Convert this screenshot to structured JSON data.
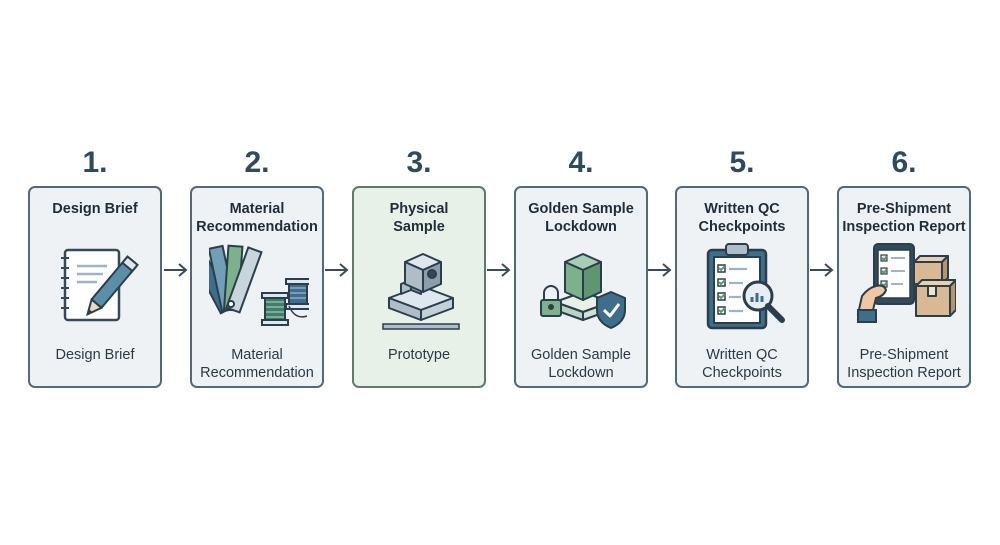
{
  "steps": [
    {
      "number": "1.",
      "title": "Design Brief",
      "icon": "notebook-pencil-icon",
      "caption": "Design Brief"
    },
    {
      "number": "2.",
      "title": "Material\nRecommendation",
      "icon": "swatches-spools-icon",
      "caption": "Material\nRecommendation"
    },
    {
      "number": "3.",
      "title": "Physical\nSample",
      "icon": "prototype-block-icon",
      "caption": "Prototype"
    },
    {
      "number": "4.",
      "title": "Golden Sample\nLockdown",
      "icon": "lock-cube-shield-icon",
      "caption": "Golden Sample\nLockdown"
    },
    {
      "number": "5.",
      "title": "Written QC\nCheckpoints",
      "icon": "clipboard-magnifier-icon",
      "caption": "Written QC\nCheckpoints"
    },
    {
      "number": "6.",
      "title": "Pre-Shipment\nInspection Report",
      "icon": "tablet-boxes-icon",
      "caption": "Pre-Shipment\nInspection Report"
    }
  ],
  "colors": {
    "card_border": "#53697a",
    "card_fill": "#eef2f5",
    "highlight_fill": "#e7f1e8",
    "accent_green": "#7fb08c",
    "accent_blue": "#3f6d8c",
    "number": "#2f4a5e"
  }
}
